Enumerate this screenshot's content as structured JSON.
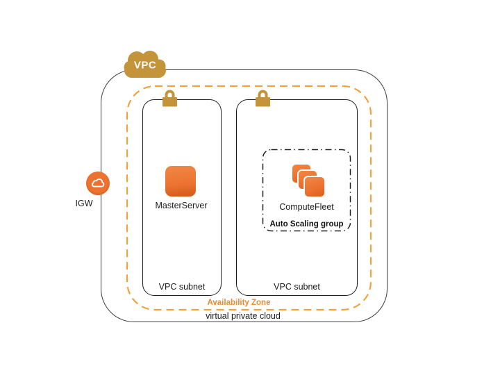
{
  "diagram": {
    "type": "aws-architecture",
    "vpc_badge": {
      "label": "VPC"
    },
    "igw": {
      "label": "IGW"
    },
    "vpc": {
      "label": "virtual private cloud"
    },
    "availability_zone": {
      "label": "Availability Zone"
    },
    "subnets": [
      {
        "label": "VPC subnet",
        "resources": [
          {
            "name": "MasterServer",
            "icon": "ec2-instance-square"
          }
        ]
      },
      {
        "label": "VPC subnet",
        "group": {
          "label": "Auto Scaling group"
        },
        "resources": [
          {
            "name": "ComputeFleet",
            "icon": "instance-stack"
          }
        ]
      }
    ],
    "colors": {
      "aws_orange": "#EC7231",
      "gold": "#C4943A",
      "az_border_orange": "#F0A23E",
      "az_label_orange": "#EE8A2E",
      "line": "#1F1F1F"
    }
  }
}
